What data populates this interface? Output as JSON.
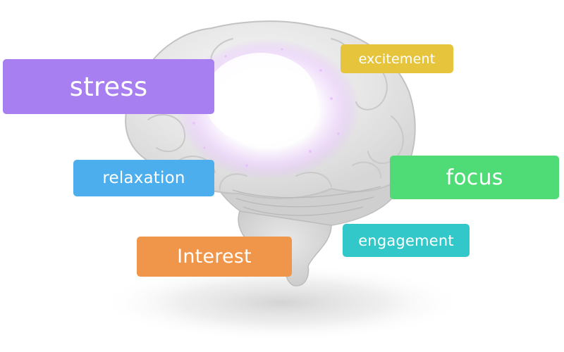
{
  "tags": [
    {
      "id": "stress",
      "label": "stress",
      "color": "#a77ff0"
    },
    {
      "id": "excitement",
      "label": "excitement",
      "color": "#e6c53d"
    },
    {
      "id": "relaxation",
      "label": "relaxation",
      "color": "#4daeee"
    },
    {
      "id": "focus",
      "label": "focus",
      "color": "#4fdc77"
    },
    {
      "id": "engagement",
      "label": "engagement",
      "color": "#32c7c8"
    },
    {
      "id": "interest",
      "label": "Interest",
      "color": "#f0964a"
    }
  ],
  "illustration": {
    "name": "brain-icon",
    "glow_color": "#e9c8ff"
  }
}
